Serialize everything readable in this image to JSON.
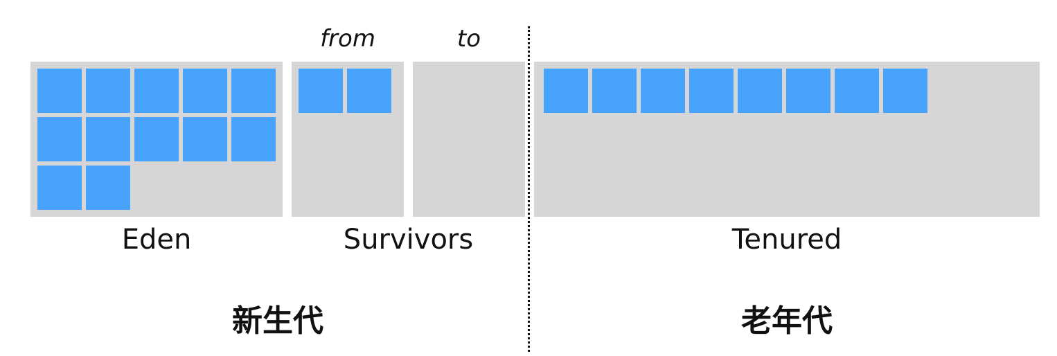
{
  "regions": {
    "eden": {
      "label": "Eden",
      "blocks": 12
    },
    "survivors": {
      "label": "Survivors",
      "from": {
        "label": "from",
        "blocks": 2
      },
      "to": {
        "label": "to",
        "blocks": 0
      }
    },
    "tenured": {
      "label": "Tenured",
      "blocks": 8
    }
  },
  "generations": {
    "young": "新生代",
    "old": "老年代"
  },
  "colors": {
    "region_fill": "#d6d6d6",
    "block_fill": "#47a3fc"
  }
}
